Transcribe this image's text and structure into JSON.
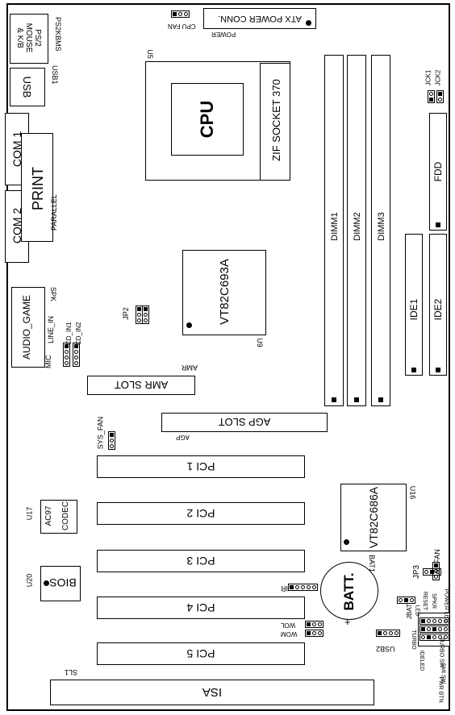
{
  "board": {
    "ps2": "PS/2\nMOUSE\n& K/B",
    "ps2kbms": "PS2KBMS",
    "usb": "USB",
    "usb1": "USB1",
    "com1": "COM 1",
    "com2": "COM 2",
    "print": "PRINT",
    "parallel": "PARALLEL",
    "audio_game": "AUDIO_GAME",
    "spk": "SPK",
    "line_in": "LINE_IN",
    "mic": "MIC",
    "cd_in1": "CD_IN1",
    "cd_in2": "CD_IN2",
    "cpu_fan": "CPU FAN",
    "atx_power": "ATX POWER CONN.",
    "power": "POWER",
    "u5": "U5",
    "cpu": "CPU",
    "zif": "ZIF SOCKET 370",
    "dimm1": "DIMM1",
    "dimm2": "DIMM2",
    "dimm3": "DIMM3",
    "jck1": "JCK1",
    "jck2": "JCK2",
    "fdd": "FDD",
    "ide1": "IDE1",
    "ide2": "IDE2",
    "vt693": "VT82C693A",
    "u9": "U9",
    "jp2": "JP2",
    "amr": "AMR",
    "amr_slot": "AMR SLOT",
    "agp_slot": "AGP SLOT",
    "agp": "AGP",
    "sys_fan": "SYS_FAN",
    "pci1": "PCI 1",
    "pci2": "PCI 2",
    "pci3": "PCI 3",
    "pci4": "PCI 4",
    "pci5": "PCI 5",
    "u17": "U17",
    "ac97": "AC97",
    "codec": "CODEC",
    "u20": "U20",
    "bios": "BIOS",
    "ir": "IR",
    "wol": "WOL",
    "wom": "WOM",
    "vt686": "VT82C686A",
    "u16": "U16",
    "bat1": "BAT1",
    "batt": "BATT.",
    "plus": "+",
    "jp3": "JP3",
    "fan": "FAN",
    "jbat": "JBAT",
    "usb2": "USB2",
    "turbo": "TURBO",
    "led": "LED",
    "reset": "RESET",
    "spkr": "SPKR",
    "ideled": "IDELED",
    "turbo_sw": "TURBO SW",
    "power_led": "POWER LED",
    "pwr_btn": "PWR BTN",
    "smi_sw": "SMI SW",
    "isa": "ISA",
    "sl1": "SL1"
  }
}
